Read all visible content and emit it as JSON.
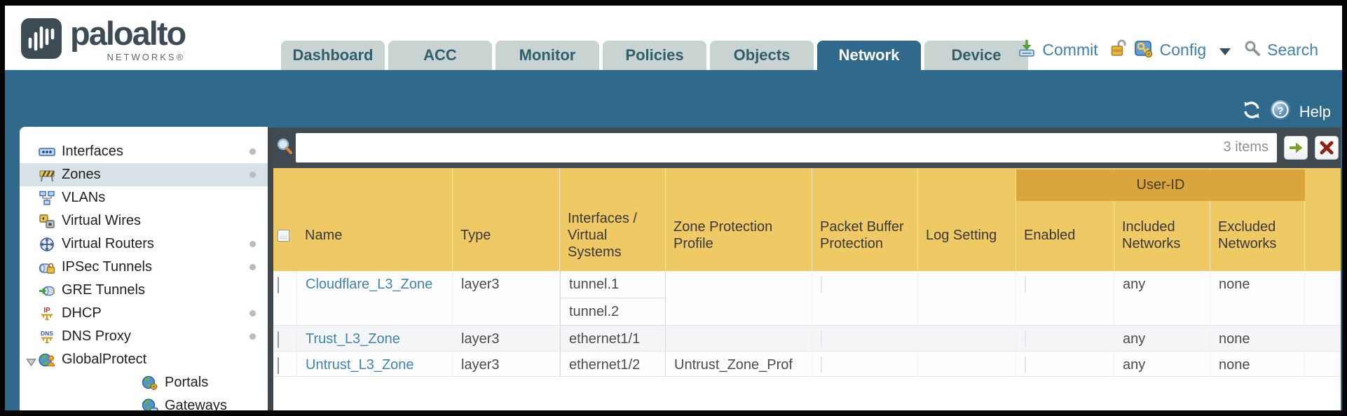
{
  "brand": {
    "word": "paloalto",
    "sub": "NETWORKS®"
  },
  "nav": {
    "tabs": [
      {
        "label": "Dashboard",
        "active": false
      },
      {
        "label": "ACC",
        "active": false
      },
      {
        "label": "Monitor",
        "active": false
      },
      {
        "label": "Policies",
        "active": false
      },
      {
        "label": "Objects",
        "active": false
      },
      {
        "label": "Network",
        "active": true
      },
      {
        "label": "Device",
        "active": false
      }
    ]
  },
  "utilities": {
    "commit": "Commit",
    "config": "Config",
    "search": "Search"
  },
  "tealbar": {
    "help": "Help"
  },
  "icons": {
    "logo-mark": "paloalto-slash-mark",
    "commit": "down-arrow-into-tray",
    "lock": "open-padlock",
    "config": "blue-square-gold-key",
    "search": "magnifier",
    "refresh": "circular-arrows",
    "help": "question-circle",
    "toolbar-search": "magnifier",
    "go": "green-right-arrow",
    "clear": "red-x"
  },
  "sidebar": {
    "items": [
      {
        "label": "Interfaces",
        "icon": "interfaces-icon",
        "dot": true,
        "selected": false,
        "indent": false
      },
      {
        "label": "Zones",
        "icon": "zones-icon",
        "dot": true,
        "selected": true,
        "indent": false
      },
      {
        "label": "VLANs",
        "icon": "vlans-icon",
        "dot": false,
        "selected": false,
        "indent": false
      },
      {
        "label": "Virtual Wires",
        "icon": "virtual-wires-icon",
        "dot": false,
        "selected": false,
        "indent": false
      },
      {
        "label": "Virtual Routers",
        "icon": "virtual-routers-icon",
        "dot": true,
        "selected": false,
        "indent": false
      },
      {
        "label": "IPSec Tunnels",
        "icon": "ipsec-tunnels-icon",
        "dot": true,
        "selected": false,
        "indent": false
      },
      {
        "label": "GRE Tunnels",
        "icon": "gre-tunnels-icon",
        "dot": false,
        "selected": false,
        "indent": false
      },
      {
        "label": "DHCP",
        "icon": "dhcp-icon",
        "dot": true,
        "selected": false,
        "indent": false
      },
      {
        "label": "DNS Proxy",
        "icon": "dns-proxy-icon",
        "dot": true,
        "selected": false,
        "indent": false
      },
      {
        "label": "GlobalProtect",
        "icon": "globalprotect-icon",
        "dot": false,
        "selected": false,
        "indent": false,
        "expanded": true
      },
      {
        "label": "Portals",
        "icon": "portals-icon",
        "dot": false,
        "selected": false,
        "indent": true
      },
      {
        "label": "Gateways",
        "icon": "gateways-icon",
        "dot": false,
        "selected": false,
        "indent": true
      }
    ]
  },
  "toolbar": {
    "count": "3 items",
    "filter_value": "",
    "filter_placeholder": ""
  },
  "table": {
    "group": "User-ID",
    "columns": [
      "Name",
      "Type",
      "Interfaces / Virtual Systems",
      "Zone Protection Profile",
      "Packet Buffer Protection",
      "Log Setting",
      "Enabled",
      "Included Networks",
      "Excluded Networks"
    ],
    "rows": [
      {
        "name": "Cloudflare_L3_Zone",
        "type": "layer3",
        "interfaces": [
          "tunnel.1",
          "tunnel.2"
        ],
        "zone_protection_profile": "",
        "packet_buffer_protection": false,
        "log_setting": "",
        "enabled": false,
        "included_networks": "any",
        "excluded_networks": "none"
      },
      {
        "name": "Trust_L3_Zone",
        "type": "layer3",
        "interfaces": [
          "ethernet1/1"
        ],
        "zone_protection_profile": "",
        "packet_buffer_protection": false,
        "log_setting": "",
        "enabled": false,
        "included_networks": "any",
        "excluded_networks": "none"
      },
      {
        "name": "Untrust_L3_Zone",
        "type": "layer3",
        "interfaces": [
          "ethernet1/2"
        ],
        "zone_protection_profile": "Untrust_Zone_Prof",
        "packet_buffer_protection": false,
        "log_setting": "",
        "enabled": false,
        "included_networks": "any",
        "excluded_networks": "none"
      }
    ]
  },
  "colors": {
    "teal": "#2f6a8d",
    "header_yellow": "#eec964",
    "group_band": "#d9a63d",
    "dark_strip": "#414a51",
    "link_blue": "#4183aa",
    "utility_blue": "#4080ad"
  }
}
